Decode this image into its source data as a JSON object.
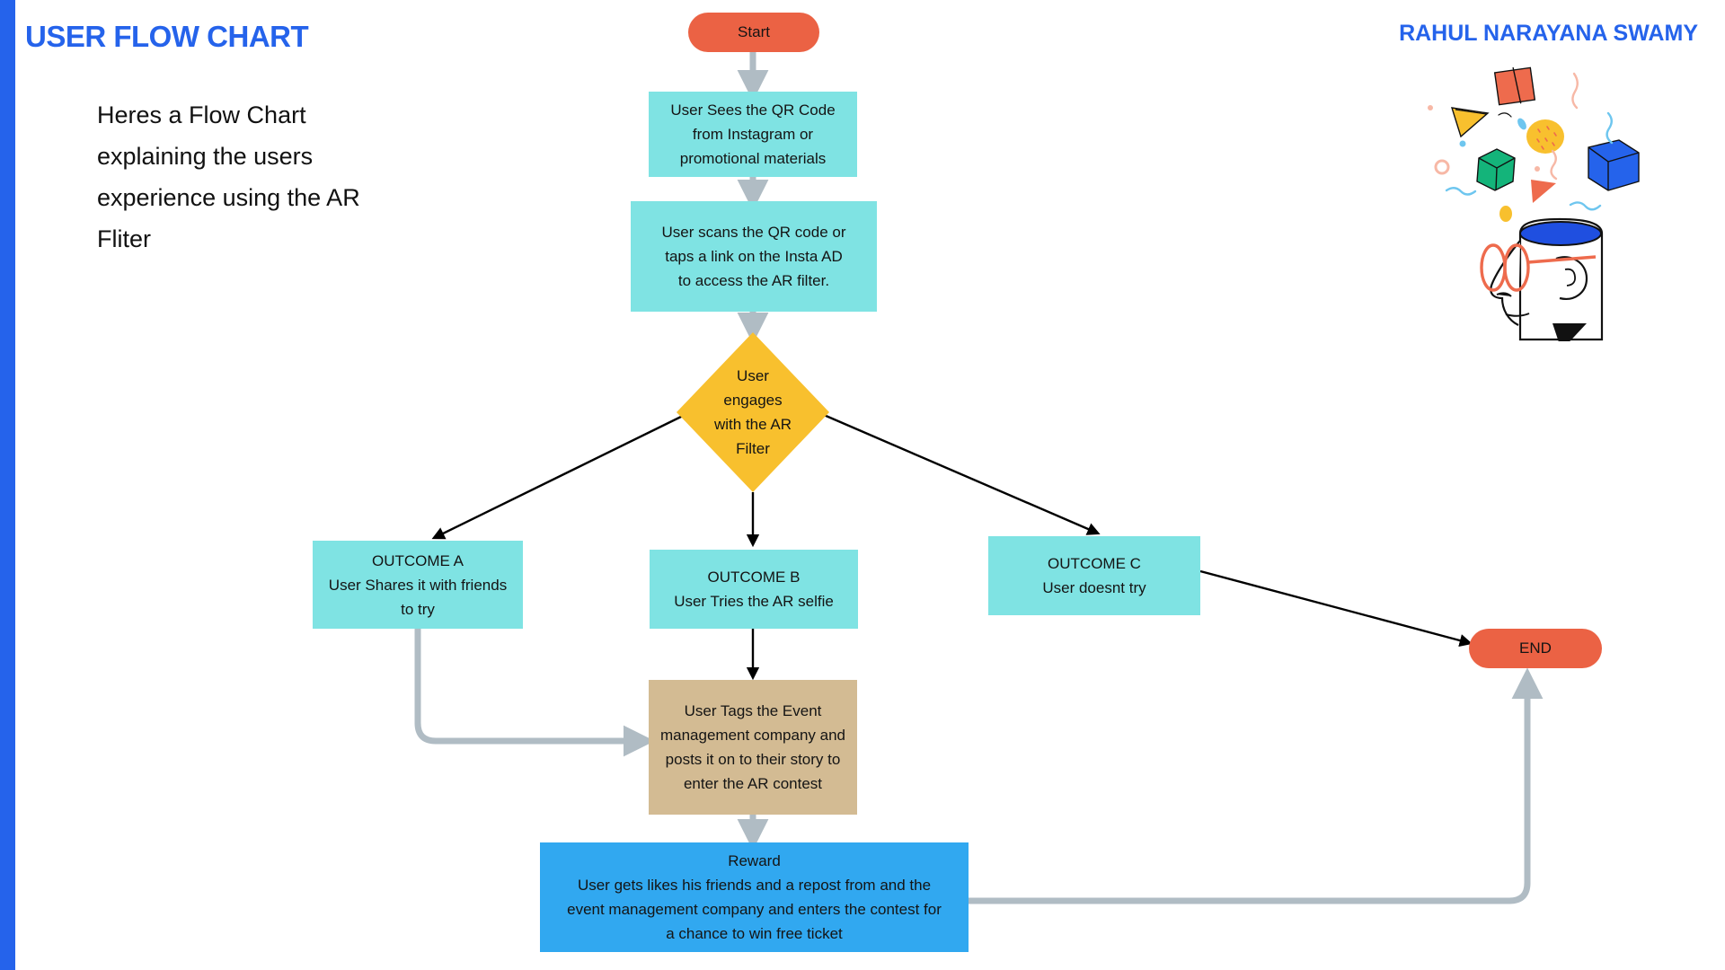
{
  "page": {
    "title": "USER FLOW CHART",
    "author": "RAHUL NARAYANA SWAMY",
    "intro": "Heres a Flow Chart explaining the users experience using the AR Fliter",
    "accent_color": "#2563eb",
    "background": "#ffffff"
  },
  "illustration": {
    "name": "head-with-ideas-illustration",
    "description": "Side profile of a head with an open top like a cup, colorful geometric shapes floating above",
    "colors": {
      "brain_fill": "#1f4fe0",
      "glasses": "#ee6b4d",
      "red_square": "#ee6b4d",
      "yellow_triangle": "#f8c02e",
      "yellow_circle": "#f8c02e",
      "green_cube": "#14b47a",
      "blue_cube": "#2563eb",
      "outline": "#111111"
    }
  },
  "flow": {
    "nodes": [
      {
        "id": "start",
        "label": "Start",
        "shape": "terminator",
        "color": "#eb6244"
      },
      {
        "id": "see_qr",
        "label": "User Sees the QR Code\nfrom Instagram or\npromotional materials",
        "shape": "process",
        "color": "#7fe3e3"
      },
      {
        "id": "scan_qr",
        "label": "User scans the QR code or\ntaps a link on the Insta AD\nto access the AR filter.",
        "shape": "process",
        "color": "#7fe3e3"
      },
      {
        "id": "decision",
        "label": "User\nengages\nwith the AR\nFilter",
        "shape": "decision",
        "color": "#f8c02e"
      },
      {
        "id": "outcome_a",
        "label": "OUTCOME A\nUser Shares it with friends\nto try",
        "shape": "process",
        "color": "#7fe3e3"
      },
      {
        "id": "outcome_b",
        "label": "OUTCOME B\nUser Tries the AR selfie",
        "shape": "process",
        "color": "#7fe3e3"
      },
      {
        "id": "outcome_c",
        "label": "OUTCOME C\nUser doesnt try",
        "shape": "process",
        "color": "#7fe3e3"
      },
      {
        "id": "tag_event",
        "label": "User Tags the Event\nmanagement company and\nposts it on to their story to\nenter the AR contest",
        "shape": "process",
        "color": "#d3bb93"
      },
      {
        "id": "reward",
        "label": "Reward\nUser gets likes his friends  and  a repost from and the\nevent management company and enters the contest for\na chance to win free ticket",
        "shape": "process",
        "color": "#31a8f0"
      },
      {
        "id": "end",
        "label": "END",
        "shape": "terminator",
        "color": "#eb6244"
      }
    ],
    "edges": [
      {
        "from": "start",
        "to": "see_qr",
        "style": "grey-arrow"
      },
      {
        "from": "see_qr",
        "to": "scan_qr",
        "style": "grey-arrow"
      },
      {
        "from": "scan_qr",
        "to": "decision",
        "style": "grey-arrow"
      },
      {
        "from": "decision",
        "to": "outcome_a",
        "style": "black-arrow"
      },
      {
        "from": "decision",
        "to": "outcome_b",
        "style": "black-arrow"
      },
      {
        "from": "decision",
        "to": "outcome_c",
        "style": "black-arrow"
      },
      {
        "from": "outcome_a",
        "to": "tag_event",
        "style": "grey-arrow-elbow"
      },
      {
        "from": "outcome_b",
        "to": "tag_event",
        "style": "black-arrow"
      },
      {
        "from": "outcome_c",
        "to": "end",
        "style": "black-arrow"
      },
      {
        "from": "tag_event",
        "to": "reward",
        "style": "grey-arrow"
      },
      {
        "from": "reward",
        "to": "end",
        "style": "grey-arrow-elbow"
      }
    ],
    "edge_colors": {
      "grey": "#b0bcc4",
      "black": "#000000"
    }
  }
}
